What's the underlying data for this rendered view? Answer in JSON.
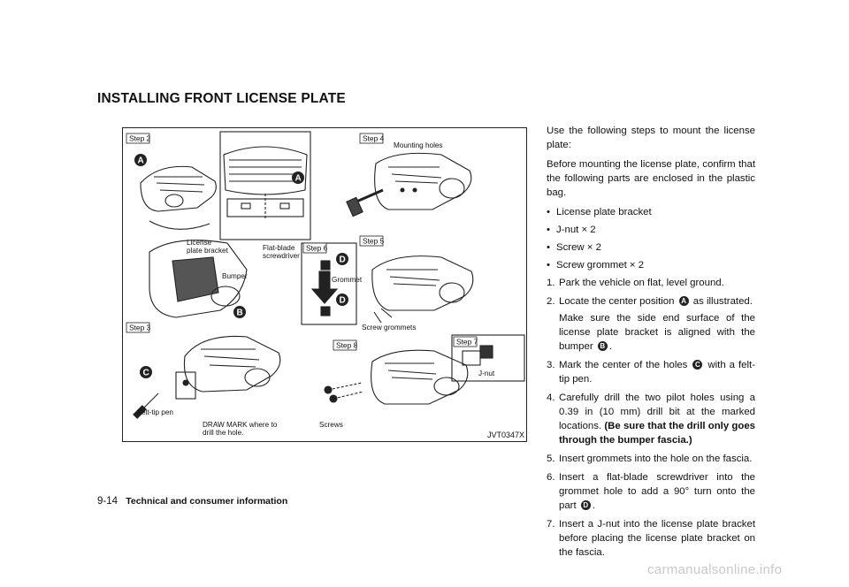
{
  "section": {
    "title": "INSTALLING FRONT LICENSE PLATE"
  },
  "figure": {
    "code": "JVT0347X",
    "steps": {
      "s2": "Step 2",
      "s3": "Step 3",
      "s4": "Step 4",
      "s5": "Step 5",
      "s6": "Step 6",
      "s7": "Step 7",
      "s8": "Step 8"
    },
    "labels": {
      "mounting_holes": "Mounting holes",
      "license_line1": "License",
      "license_line2": "plate bracket",
      "bumper": "Bumper",
      "flat_line1": "Flat-blade",
      "flat_line2": "screwdriver",
      "grommet": "Grommet",
      "screw_grommets": "Screw grommets",
      "felt_tip": "Felt-tip pen",
      "draw_line1": "DRAW MARK where to",
      "draw_line2": "drill the hole.",
      "screws": "Screws",
      "jnut": "J-nut"
    },
    "badges": {
      "a": "A",
      "b": "B",
      "c": "C",
      "d": "D"
    }
  },
  "body": {
    "intro": "Use the following steps to mount the license plate:",
    "before": "Before mounting the license plate, confirm that the following parts are enclosed in the plastic bag.",
    "parts": [
      "License plate bracket",
      "J-nut  × 2",
      "Screw  × 2",
      "Screw grommet  × 2"
    ],
    "steps": [
      {
        "num": "1.",
        "text": "Park the vehicle on flat, level ground."
      },
      {
        "num": "2.",
        "pre": "Locate the center position",
        "badge": "A",
        "post": "as illustrated.",
        "sub_pre": "Make sure the side end surface of the license plate bracket is aligned with the bumper",
        "sub_badge": "B",
        "sub_post": "."
      },
      {
        "num": "3.",
        "pre": "Mark the center of the holes",
        "badge": "C",
        "post": "with a felt-tip pen."
      },
      {
        "num": "4.",
        "pre": "Carefully drill the two pilot holes using a 0.39 in (10 mm) drill bit at the marked locations.",
        "bold": "(Be sure that the drill only goes through the bumper fascia.)"
      },
      {
        "num": "5.",
        "text": "Insert grommets into the hole on the fascia."
      },
      {
        "num": "6.",
        "pre": "Insert a flat-blade screwdriver into the grommet hole to add a 90° turn onto the part",
        "badge": "D",
        "post": "."
      },
      {
        "num": "7.",
        "text": "Insert a J-nut into the license plate bracket before placing the license plate bracket on the fascia."
      }
    ]
  },
  "footer": {
    "page": "9-14",
    "title": "Technical and consumer information"
  },
  "watermark": "carmanualsonline.info"
}
